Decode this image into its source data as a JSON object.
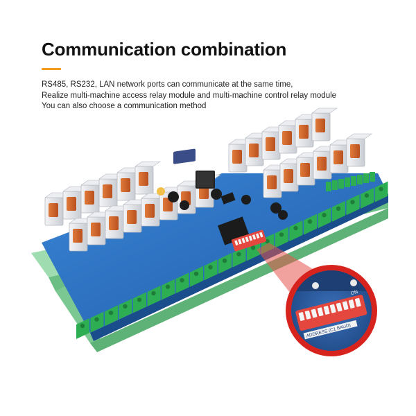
{
  "header": {
    "title": "Communication combination"
  },
  "description": {
    "lines": [
      "RS485, RS232, LAN network ports can communicate at the same time,",
      "Realize multi-machine access relay module and multi-machine control relay module",
      "You can also choose a communication method"
    ]
  },
  "product": {
    "zoom_label": "ADDRESS (C1 BAUD)",
    "dip_on_label": "ON"
  },
  "colors": {
    "accent": "#f39a1f",
    "pcb": "#2e72c2",
    "terminal": "#2eae52",
    "rail": "#8fd3a2",
    "dip_switch": "#e4473d",
    "zoom_ring": "#d7231e"
  }
}
